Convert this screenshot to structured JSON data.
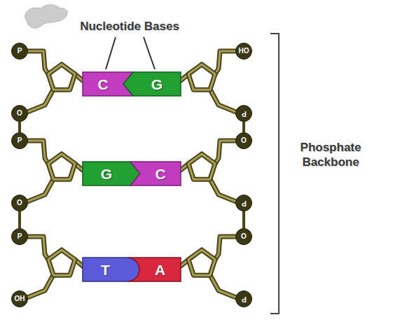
{
  "diagram": {
    "nodes": [
      {
        "text": [
          "P"
        ]
      },
      {
        "text": [
          "C"
        ]
      },
      {
        "text": [
          "G"
        ]
      },
      {
        "text": [
          "HO"
        ]
      },
      {
        "text": [
          "O"
        ]
      },
      {
        "text": [
          "P"
        ]
      },
      {
        "text": [
          "P"
        ]
      },
      {
        "text": [
          "O"
        ]
      },
      {
        "text": [
          "G"
        ]
      },
      {
        "text": [
          "C"
        ]
      },
      {
        "text": [
          "O"
        ]
      },
      {
        "text": [
          "P"
        ]
      },
      {
        "text": [
          "P"
        ]
      },
      {
        "text": [
          "O"
        ]
      },
      {
        "text": [
          "T"
        ]
      },
      {
        "text": [
          "A"
        ]
      },
      {
        "text": [
          "OH"
        ]
      },
      {
        "text": [
          "P"
        ]
      }
    ],
    "edges": [
      {
        "from": 4,
        "to": 6,
        "arrow": "none"
      },
      {
        "from": 10,
        "to": 12,
        "arrow": "none"
      },
      {
        "from": 5,
        "to": 7,
        "arrow": "none"
      },
      {
        "from": 11,
        "to": 13,
        "arrow": "none"
      }
    ],
    "labels": [
      "Nucleotide Bases",
      "Phosphate Backbone"
    ]
  }
}
